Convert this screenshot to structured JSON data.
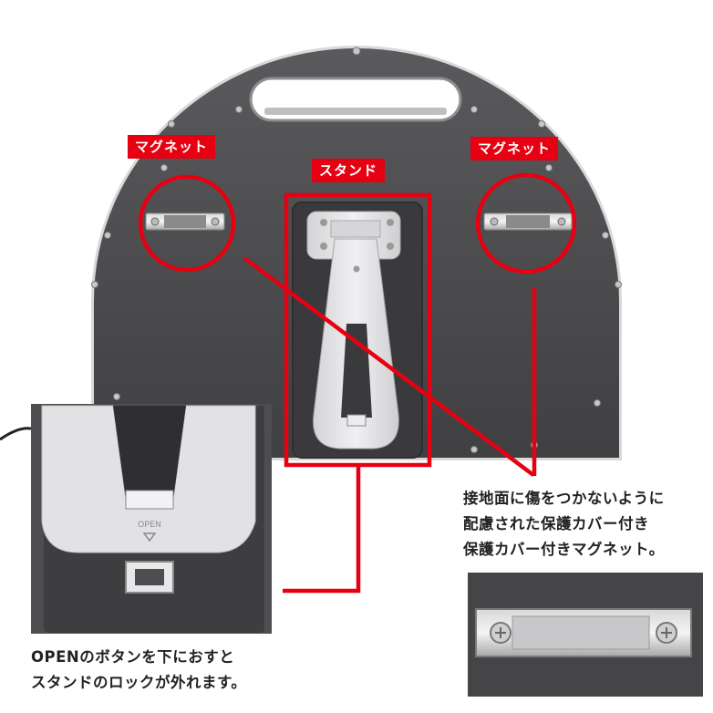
{
  "labels": {
    "magnet_left": "マグネット",
    "stand": "スタンド",
    "magnet_right": "マグネット"
  },
  "inset_open_text": "OPEN",
  "caption_right": {
    "line1": "接地面に傷をつかないように",
    "line2": "配慮された保護カバー付き",
    "line3": "保護カバー付きマグネット。"
  },
  "caption_left": {
    "line1": "OPENのボタンを下におすと",
    "line2": "スタンドのロックが外れます。"
  },
  "colors": {
    "accent": "#e60012",
    "board": "#4a4a4c",
    "stand": "#e6e6e8"
  }
}
